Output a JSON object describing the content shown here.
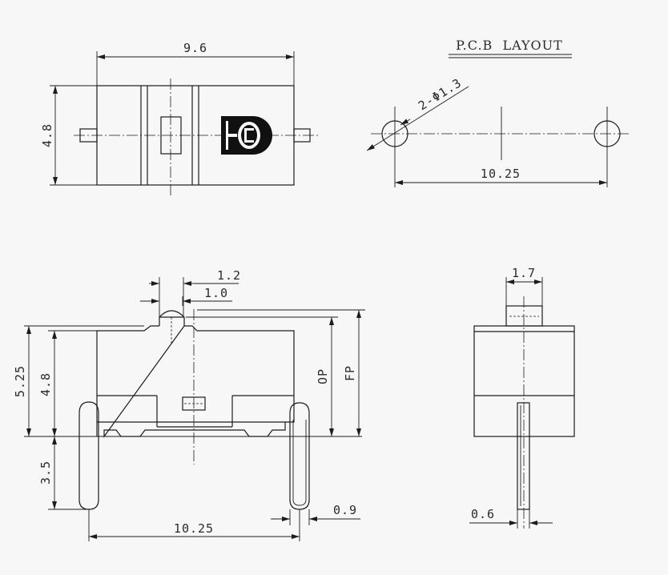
{
  "pcb_layout": {
    "title": "P.C.B  LAYOUT",
    "hole_label": "2-Φ1.3",
    "hole_spacing": "10.25"
  },
  "top_view": {
    "width_label": "9.6",
    "height_label": "4.8",
    "logo_icon": "hd-logo-icon"
  },
  "front_view": {
    "actuator_outer_width": "1.2",
    "actuator_inner_width": "1.0",
    "total_height": "5.25",
    "body_height": "4.8",
    "pin_length": "3.5",
    "op_label": "OP",
    "fp_label": "FP",
    "pin_width": "0.9",
    "pin_spacing": "10.25"
  },
  "side_view": {
    "actuator_width": "1.7",
    "pin_thickness": "0.6"
  }
}
